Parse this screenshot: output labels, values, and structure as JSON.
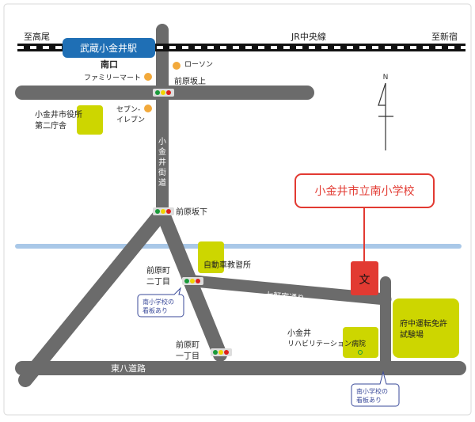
{
  "rail": {
    "west": "至高尾",
    "line": "JR中央線",
    "east": "至新宿",
    "station": "武蔵小金井駅",
    "exit": "南口"
  },
  "landmarks": {
    "lawson": "ローソン",
    "familymart": "ファミリーマート",
    "seven_1": "セブン-",
    "seven_2": "イレブン",
    "cityhall_1": "小金井市役所",
    "cityhall_2": "第二庁舎",
    "driving_school": "自動車教習所",
    "hospital_1": "小金井",
    "hospital_2": "リハビリテーション病院",
    "license_1": "府中運転免許",
    "license_2": "試験場",
    "school_mark": "文"
  },
  "intersections": {
    "sakaue": "前原坂上",
    "sakashita": "前原坂下",
    "nichome_1": "前原町",
    "nichome_2": "二丁目",
    "itchome_1": "前原町",
    "itchome_2": "一丁目"
  },
  "roads": {
    "koganei_kaido": [
      "小",
      "金",
      "井",
      "街",
      "道"
    ],
    "shichikenya": "七軒家通り",
    "tohachi": "東八道路"
  },
  "callouts": {
    "sign_1": "南小学校の",
    "sign_2": "看板あり"
  },
  "school_label": "小金井市立南小学校",
  "north": "N",
  "colors": {
    "road": "#6b6b6b",
    "station": "#1f6fb5",
    "school": "#e23a32",
    "facility": "#cdd600",
    "dot": "#f2a93b",
    "river": "#a9c8e8",
    "callout": "#3a4a9a"
  }
}
